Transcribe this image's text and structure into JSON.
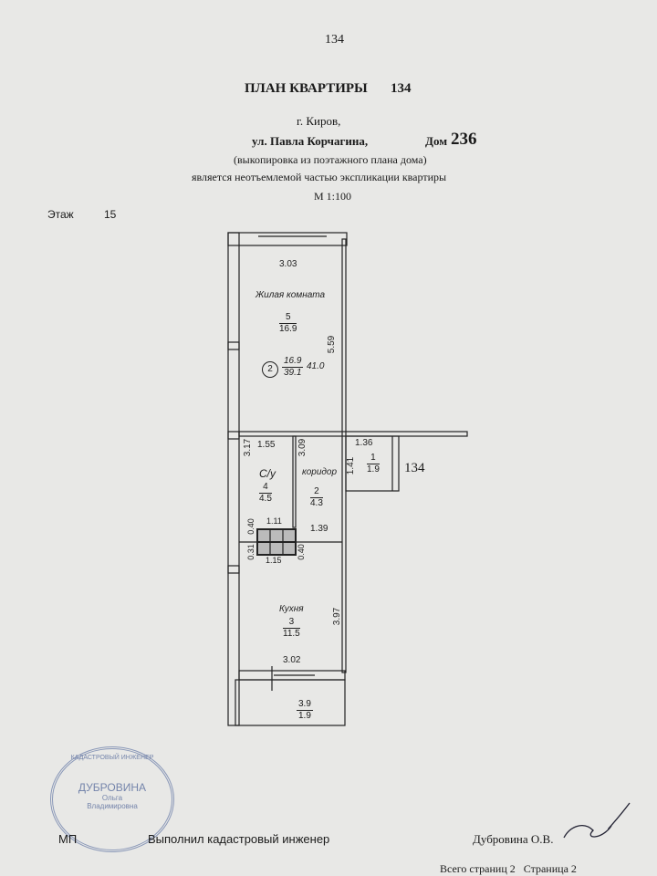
{
  "header": {
    "page_number": "134",
    "title": "ПЛАН КВАРТИРЫ",
    "apartment_number": "134",
    "city": "г. Киров,",
    "street": "ул. Павла Корчагина,",
    "house_label": "Дом",
    "house_number": "236",
    "note1": "(выкопировка из поэтажного плана дома)",
    "note2": "является неотъемлемой частью экспликации квартиры",
    "scale": "М 1:100",
    "floor_label": "Этаж",
    "floor_value": "15"
  },
  "plan": {
    "living_room": {
      "name": "Жилая комната",
      "number": "5",
      "area": "16.9",
      "width": "3.03",
      "length": "5.59"
    },
    "summary": {
      "marker": "2",
      "living_area": "16.9",
      "total_area": "39.1",
      "total_with_balcony": "41.0"
    },
    "bathroom": {
      "name": "С/у",
      "number": "4",
      "area": "4.5",
      "width": "1.55",
      "length": "3.17"
    },
    "corridor": {
      "name": "коридор",
      "number": "2",
      "area": "4.3",
      "length": "3.09",
      "width": "1.39"
    },
    "closet": {
      "number": "1",
      "area": "1.9",
      "width": "1.36",
      "length": "1.41"
    },
    "apartment_label": "134",
    "shaft": {
      "top_width": "1.11",
      "bottom_width": "1.15",
      "left_top": "0.40",
      "left_bottom": "0.31",
      "right": "0.40"
    },
    "kitchen": {
      "name": "Кухня",
      "number": "3",
      "area": "11.5",
      "width": "3.02",
      "length": "3.97"
    },
    "balcony": {
      "length": "3.9",
      "area": "1.9"
    }
  },
  "footer": {
    "stamp_text": [
      "ДУБРОВИНА",
      "Ольга",
      "Владимировна",
      "КАДАСТРОВЫЙ ИНЖЕНЕР"
    ],
    "mp": "МП",
    "performed_by": "Выполнил кадастровый инженер",
    "engineer": "Дубровина О.В.",
    "pages_total_label": "Всего страниц",
    "pages_total": "2",
    "page_label": "Страница",
    "page": "2"
  }
}
